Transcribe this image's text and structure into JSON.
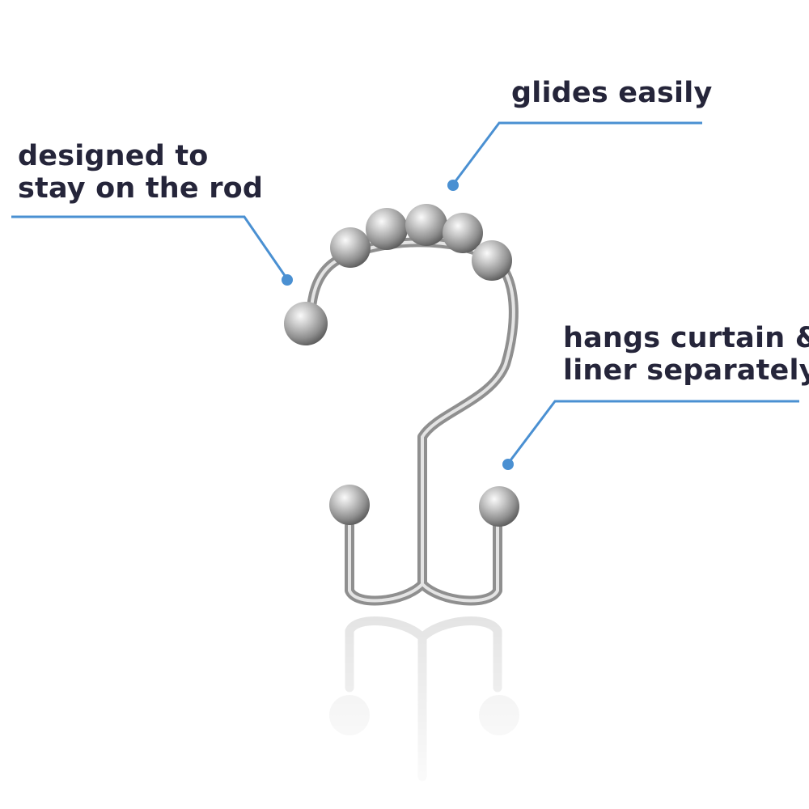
{
  "callouts": {
    "glides": {
      "line1": "glides easily"
    },
    "designed": {
      "line1": "designed to",
      "line2": "stay on the rod"
    },
    "hangs": {
      "line1": "hangs curtain &",
      "line2": "liner separately"
    }
  },
  "colors": {
    "text": "#25253a",
    "leader_line": "#4a90d2",
    "metal": "#a9a9a9",
    "metal_highlight": "#f2f2f2",
    "metal_shadow": "#6f6f6f",
    "background": "#ffffff"
  },
  "product": "double shower curtain hook with roller balls"
}
